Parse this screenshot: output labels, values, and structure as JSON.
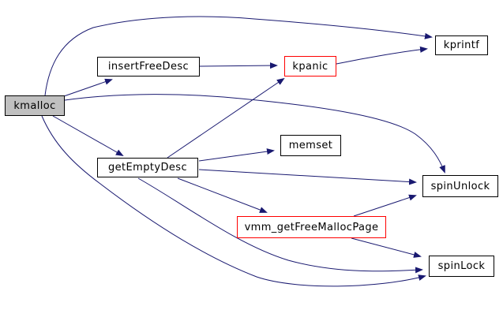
{
  "diagram": {
    "kind": "doxygen-call-graph",
    "background_color": "#ffffff",
    "edge_color": "#191970",
    "focus_node_fill": "#c0c0c0",
    "warning_border_color": "#ff0000",
    "default_border_color": "#000000",
    "nodes": [
      {
        "id": "kmalloc",
        "label": "kmalloc",
        "style": "focus",
        "fill": "#c0c0c0",
        "border": "#000000"
      },
      {
        "id": "insertFreeDesc",
        "label": "insertFreeDesc",
        "style": "default",
        "fill": "#ffffff",
        "border": "#000000"
      },
      {
        "id": "kpanic",
        "label": "kpanic",
        "style": "red",
        "fill": "#ffffff",
        "border": "#ff0000"
      },
      {
        "id": "kprintf",
        "label": "kprintf",
        "style": "default",
        "fill": "#ffffff",
        "border": "#000000"
      },
      {
        "id": "memset",
        "label": "memset",
        "style": "default",
        "fill": "#ffffff",
        "border": "#000000"
      },
      {
        "id": "getEmptyDesc",
        "label": "getEmptyDesc",
        "style": "default",
        "fill": "#ffffff",
        "border": "#000000"
      },
      {
        "id": "spinUnlock",
        "label": "spinUnlock",
        "style": "default",
        "fill": "#ffffff",
        "border": "#000000"
      },
      {
        "id": "vmm_getFreeMallocPage",
        "label": "vmm_getFreeMallocPage",
        "style": "red",
        "fill": "#ffffff",
        "border": "#ff0000"
      },
      {
        "id": "spinLock",
        "label": "spinLock",
        "style": "default",
        "fill": "#ffffff",
        "border": "#000000"
      }
    ],
    "edges": [
      {
        "from": "kmalloc",
        "to": "kprintf"
      },
      {
        "from": "kmalloc",
        "to": "insertFreeDesc"
      },
      {
        "from": "kmalloc",
        "to": "getEmptyDesc"
      },
      {
        "from": "kmalloc",
        "to": "spinUnlock"
      },
      {
        "from": "kmalloc",
        "to": "spinLock"
      },
      {
        "from": "insertFreeDesc",
        "to": "kpanic"
      },
      {
        "from": "kpanic",
        "to": "kprintf"
      },
      {
        "from": "getEmptyDesc",
        "to": "memset"
      },
      {
        "from": "getEmptyDesc",
        "to": "kpanic"
      },
      {
        "from": "getEmptyDesc",
        "to": "spinUnlock"
      },
      {
        "from": "getEmptyDesc",
        "to": "vmm_getFreeMallocPage"
      },
      {
        "from": "getEmptyDesc",
        "to": "spinLock"
      },
      {
        "from": "vmm_getFreeMallocPage",
        "to": "spinUnlock"
      },
      {
        "from": "vmm_getFreeMallocPage",
        "to": "spinLock"
      }
    ]
  }
}
